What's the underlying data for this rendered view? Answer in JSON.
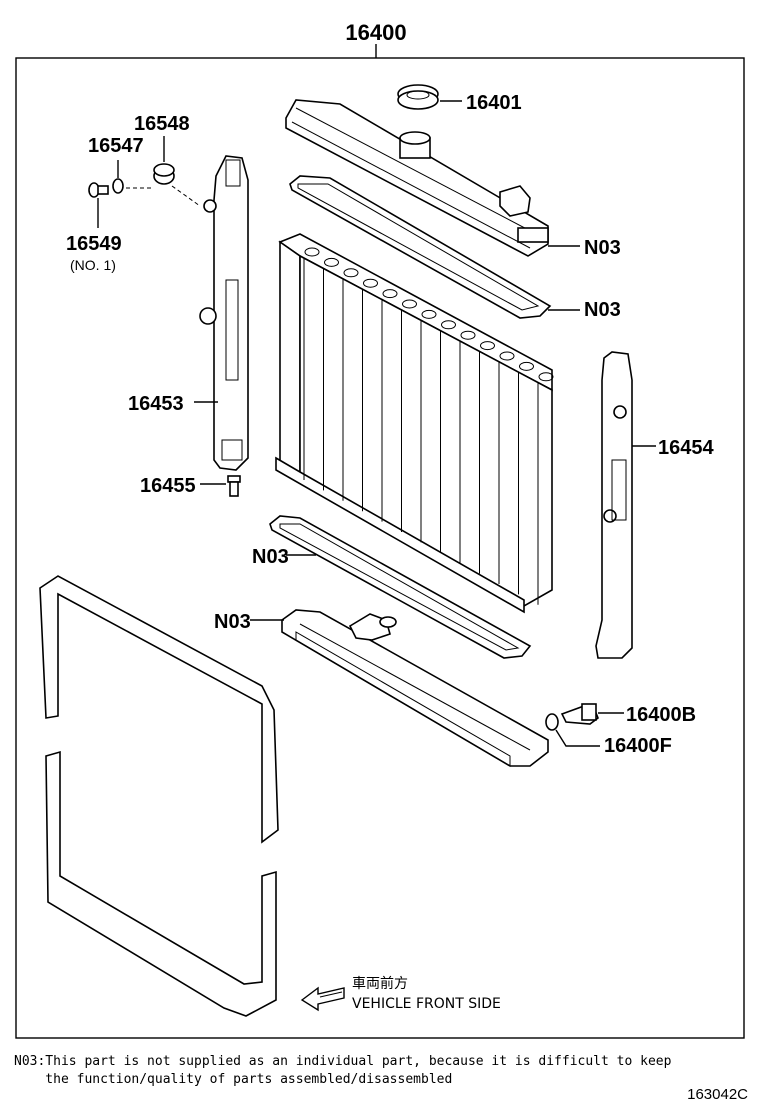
{
  "title_part": "16400",
  "labels": {
    "p16401": "16401",
    "p16548": "16548",
    "p16547": "16547",
    "p16549": "16549",
    "p16549_sub": "(NO. 1)",
    "n03_a": "N03",
    "n03_b": "N03",
    "n03_c": "N03",
    "n03_d": "N03",
    "p16453": "16453",
    "p16454": "16454",
    "p16455": "16455",
    "p16400b": "16400B",
    "p16400f": "16400F"
  },
  "direction": {
    "jp": "車両前方",
    "en": "VEHICLE FRONT SIDE"
  },
  "note": {
    "line1": "N03:This part is not supplied as an individual part, because it is difficult to keep",
    "line2": "    the function/quality of parts assembled/disassembled"
  },
  "figure_code": "163042C"
}
